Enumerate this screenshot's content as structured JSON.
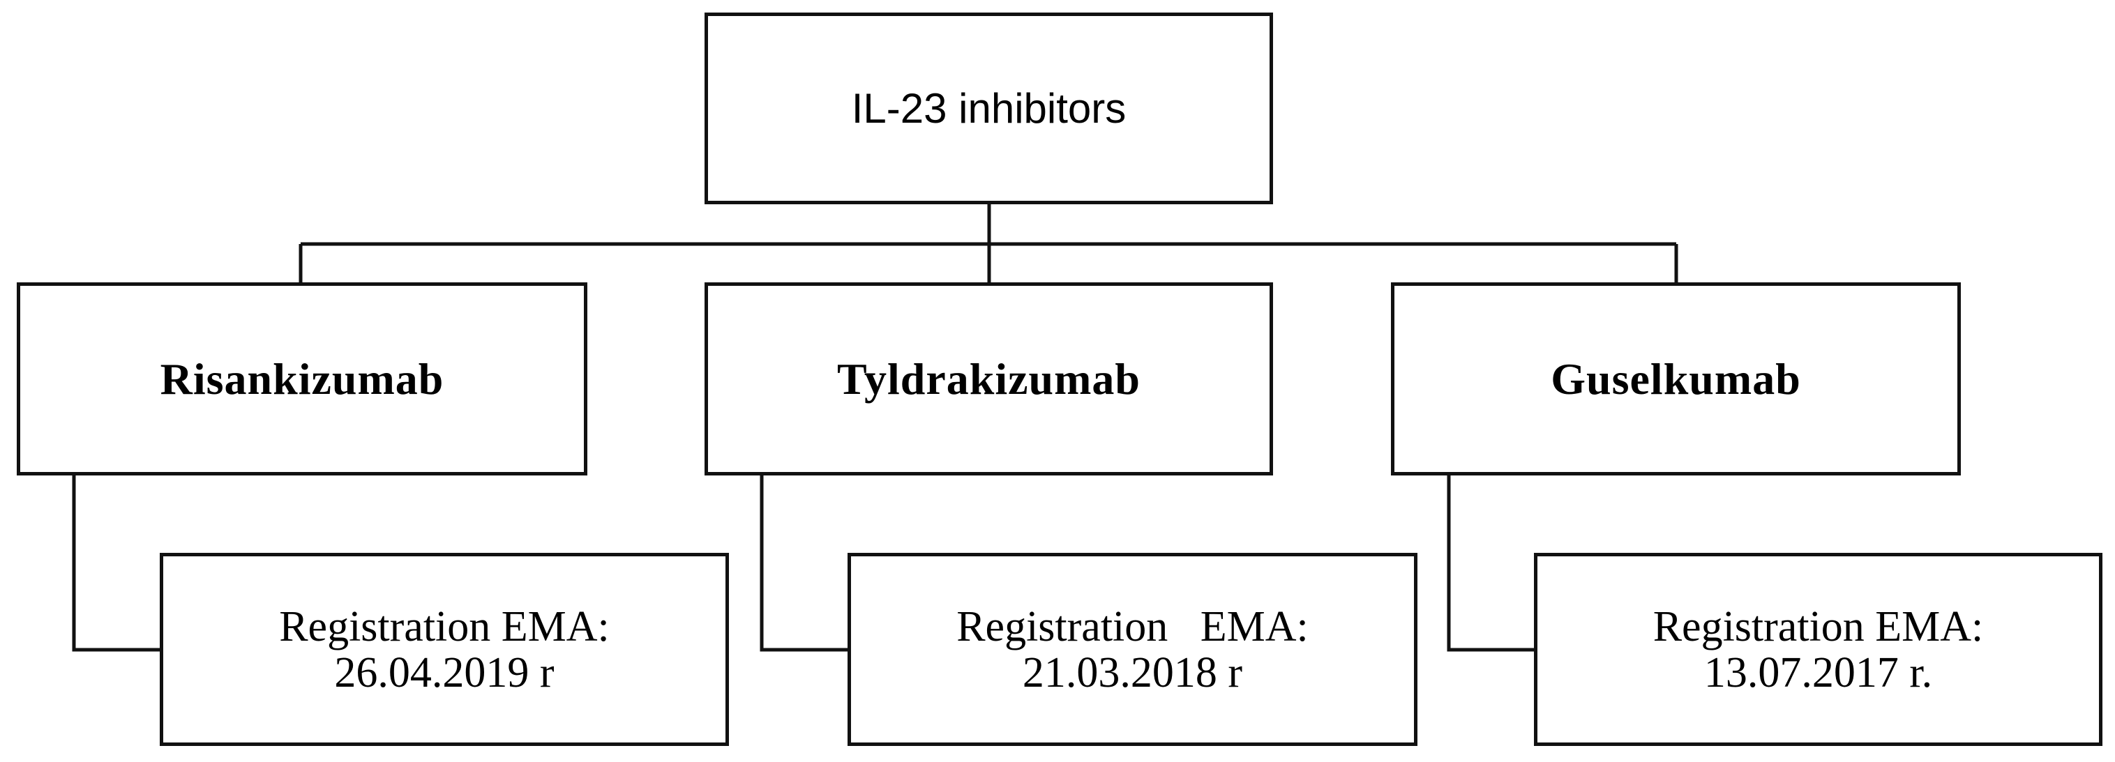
{
  "diagram": {
    "root": {
      "label": "IL-23 inhibitors"
    },
    "drugs": [
      {
        "name": "Risankizumab",
        "registration": {
          "line1": "Registration EMA:",
          "line2": "26.04.2019 r"
        }
      },
      {
        "name": "Tyldrakizumab",
        "registration": {
          "line1": "Registration   EMA:",
          "line2": "21.03.2018 r"
        }
      },
      {
        "name": "Guselkumab",
        "registration": {
          "line1": "Registration EMA:",
          "line2": "13.07.2017 r."
        }
      }
    ],
    "line_color": "#111111"
  }
}
